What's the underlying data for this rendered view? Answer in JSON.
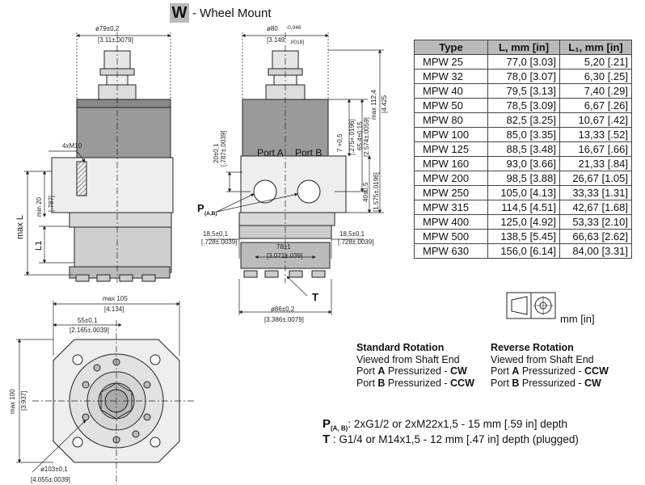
{
  "header": {
    "badge": "W",
    "title": "- Wheel Mount"
  },
  "units": "mm [in]",
  "table": {
    "col_type": "Type",
    "col_l": "L, mm [in]",
    "col_l1": "L₁, mm [in]",
    "rows": [
      {
        "type": "MPW  25",
        "l": "77,0 [3.03]",
        "l1": "5,20  [.21]"
      },
      {
        "type": "MPW  32",
        "l": "78,0 [3.07]",
        "l1": "6,30  [.25]"
      },
      {
        "type": "MPW  40",
        "l": "79,5 [3.13]",
        "l1": "7,40  [.29]"
      },
      {
        "type": "MPW  50",
        "l": "78,5 [3.09]",
        "l1": "6,67  [.26]"
      },
      {
        "type": "MPW  80",
        "l": "82,5 [3.25]",
        "l1": "10,67 [.42]"
      },
      {
        "type": "MPW 100",
        "l": "85,0 [3.35]",
        "l1": "13,33 [.52]"
      },
      {
        "type": "MPW 125",
        "l": "88,5 [3.48]",
        "l1": "16,67 [.66]"
      },
      {
        "type": "MPW 160",
        "l": "93,0 [3.66]",
        "l1": "21,33 [.84]"
      },
      {
        "type": "MPW 200",
        "l": "98,5 [3.88]",
        "l1": "26,67 [1.05]"
      },
      {
        "type": "MPW 250",
        "l": "105,0 [4.13]",
        "l1": "33,33 [1.31]"
      },
      {
        "type": "MPW 315",
        "l": "114,5 [4.51]",
        "l1": "42,67 [1.68]"
      },
      {
        "type": "MPW 400",
        "l": "125,0 [4.92]",
        "l1": "53,33 [2.10]"
      },
      {
        "type": "MPW 500",
        "l": "138,5 [5.45]",
        "l1": "66,63 [2.62]"
      },
      {
        "type": "MPW 630",
        "l": "156,0 [6.14]",
        "l1": "84,00 [3.31]"
      }
    ]
  },
  "dims": {
    "d79": "ø79±0,2",
    "d79in": "[3.11±.0079]",
    "d80": "ø80",
    "d80tol": "-0,046",
    "d80in": "[3.149",
    "d80intol": ".0018]",
    "m10": "4xM10",
    "min20": "min 20",
    "min20in": "[.787]",
    "maxL": "max L",
    "L1": "L1",
    "h20": "20±0,1",
    "h20in": "[.787±.0039]",
    "h7": "7 +0,5",
    "h7in": "[.275+.0196]",
    "h65": "65,4±0,15",
    "h65in": "[2.574±.0059]",
    "h112": "max 112,4",
    "h112in": "[4.425",
    "h40": "40±0,5",
    "h40in": "[1.575±.0196]",
    "w185a": "18,5±0,1",
    "w185ain": "[.728±.0039]",
    "w78": "78±1",
    "w78in": "[3.071±.039]",
    "w185b": "18,5±0,1",
    "w185bin": "[.728±.0039]",
    "d86": "ø86±0,2",
    "d86in": "[3.386±.0079]",
    "max105": "max 105",
    "max105in": "[4.134]",
    "w55": "55±0,1",
    "w55in": "[2.165±.0039]",
    "max100": "max 100",
    "max100in": "[3.937]",
    "d103": "ø103±0,1",
    "d103in": "[4.055±.0039]"
  },
  "ports": {
    "a": "Port A",
    "b": "Port B",
    "p": "P",
    "psub": "(A,B)",
    "t": "T"
  },
  "standard": {
    "title": "Standard Rotation",
    "line1": "Viewed from Shaft End",
    "line2a": "Port ",
    "line2b": "A",
    "line2c": " Pressurized - ",
    "line2d": "CW",
    "line3a": "Port ",
    "line3b": "B",
    "line3c": " Pressurized - ",
    "line3d": "CCW"
  },
  "reverse": {
    "title": "Reverse Rotation",
    "line1": "Viewed from Shaft End",
    "line2a": "Port ",
    "line2b": "A",
    "line2c": " Pressurized - ",
    "line2d": "CCW",
    "line3a": "Port ",
    "line3b": "B",
    "line3c": " Pressurized - ",
    "line3d": "CW"
  },
  "notes": {
    "p_label": "P",
    "p_sub": "(A, B)",
    "p_text": ": 2xG1/2 or 2xM22x1,5 - 15 mm [.59 in] depth",
    "t_label": "T",
    "t_text": "  : G1/4 or M14x1,5 - 12 mm [.47 in] depth (plugged)"
  }
}
